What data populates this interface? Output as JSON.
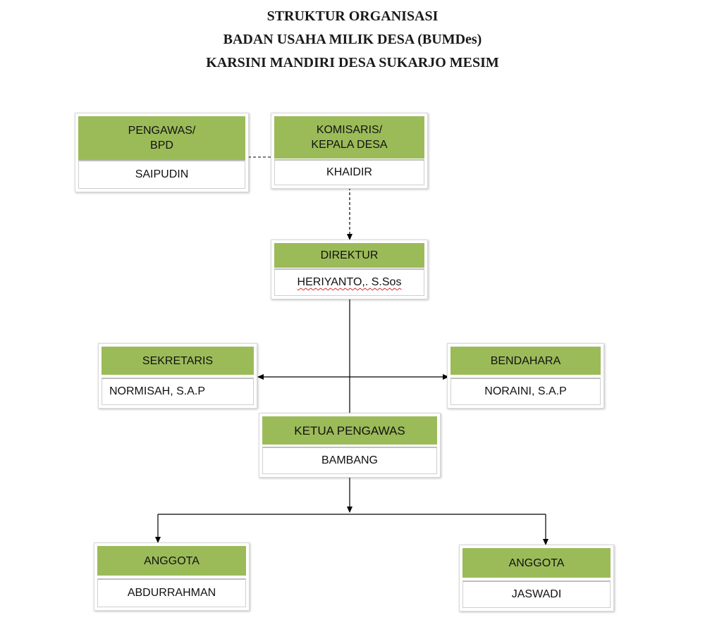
{
  "title": {
    "line1": "STRUKTUR ORGANISASI",
    "line2": "BADAN USAHA MILIK DESA (BUMDes)",
    "line3": "KARSINI MANDIRI DESA SUKARJO MESIM"
  },
  "nodes": {
    "pengawas": {
      "role": "PENGAWAS/\nBPD",
      "name": "SAIPUDIN"
    },
    "komisaris": {
      "role": "KOMISARIS/\nKEPALA  DESA",
      "name": "KHAIDIR"
    },
    "direktur": {
      "role": "DIREKTUR",
      "name": "HERIYANTO,. S.Sos"
    },
    "sekretaris": {
      "role": "SEKRETARIS",
      "name": "NORMISAH, S.A.P"
    },
    "bendahara": {
      "role": "BENDAHARA",
      "name": "NORAINI,  S.A.P"
    },
    "ketua": {
      "role": "KETUA PENGAWAS",
      "name": "BAMBANG"
    },
    "anggota1": {
      "role": "ANGGOTA",
      "name": "ABDURRAHMAN"
    },
    "anggota2": {
      "role": "ANGGOTA",
      "name": "JASWADI"
    }
  },
  "colors": {
    "header_fill": "#9bbb59",
    "line": "#000000"
  }
}
